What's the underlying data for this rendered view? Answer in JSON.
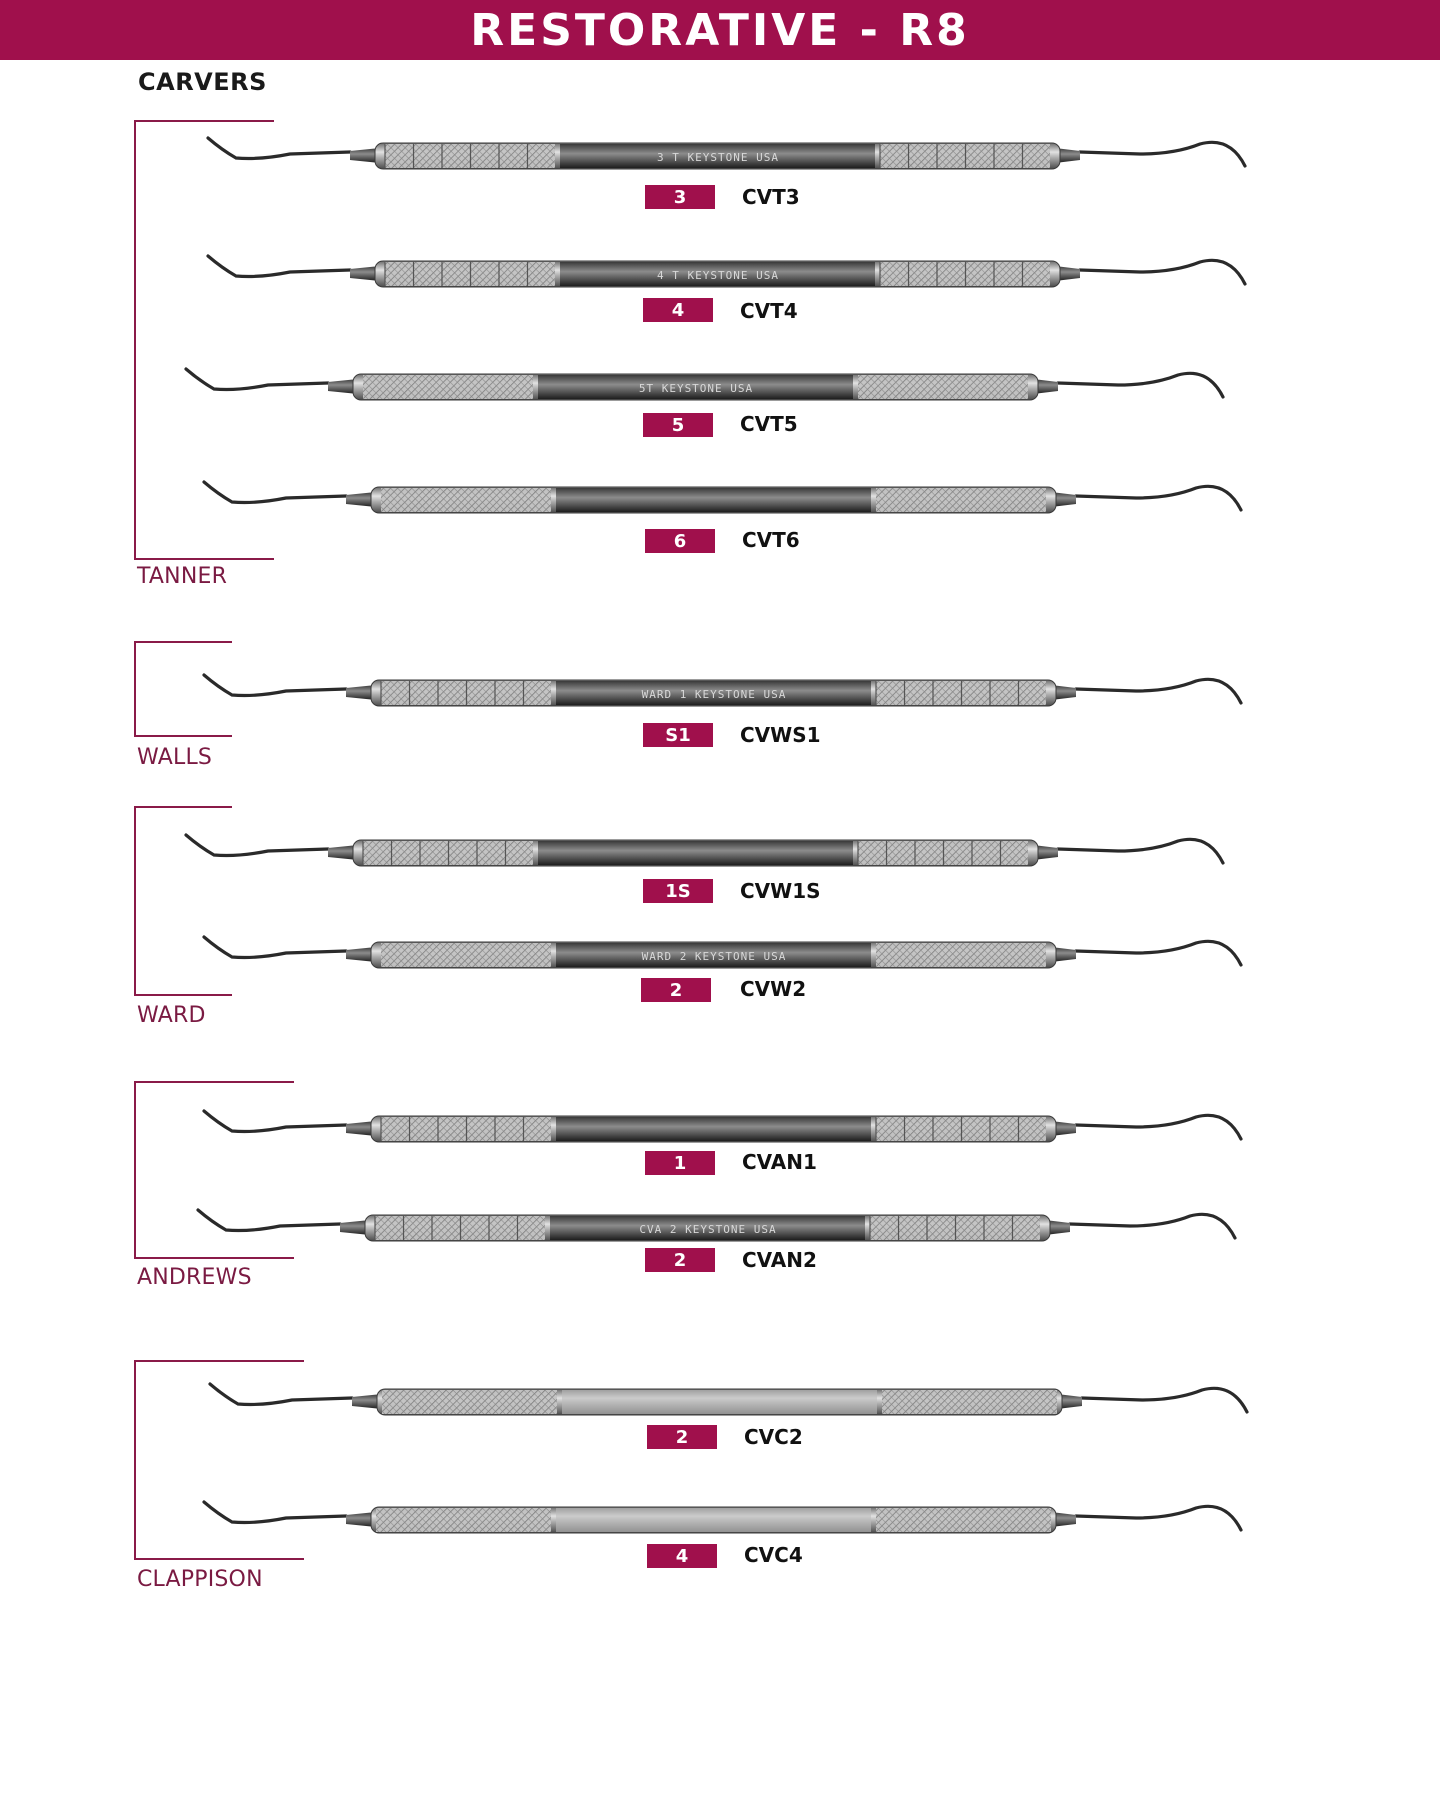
{
  "header": {
    "title": "RESTORATIVE - R8",
    "color": "#a0104c"
  },
  "section": {
    "title": "CARVERS"
  },
  "groups": [
    {
      "label": "TANNER",
      "items": [
        {
          "number": "3",
          "code": "CVT3",
          "handle_text": "3  T  KEYSTONE  USA",
          "grip": "segmented"
        },
        {
          "number": "4",
          "code": "CVT4",
          "handle_text": "4  T  KEYSTONE  USA",
          "grip": "segmented"
        },
        {
          "number": "5",
          "code": "CVT5",
          "handle_text": "5T  KEYSTONE  USA",
          "grip": "knurled"
        },
        {
          "number": "6",
          "code": "CVT6",
          "handle_text": "",
          "grip": "knurled"
        }
      ]
    },
    {
      "label": "WALLS",
      "items": [
        {
          "number": "S1",
          "code": "CVWS1",
          "handle_text": "WARD  1  KEYSTONE  USA",
          "grip": "segmented"
        }
      ]
    },
    {
      "label": "WARD",
      "items": [
        {
          "number": "1S",
          "code": "CVW1S",
          "handle_text": "",
          "grip": "segmented"
        },
        {
          "number": "2",
          "code": "CVW2",
          "handle_text": "WARD  2  KEYSTONE  USA",
          "grip": "knurled"
        }
      ]
    },
    {
      "label": "ANDREWS",
      "items": [
        {
          "number": "1",
          "code": "CVAN1",
          "handle_text": "",
          "grip": "segmented"
        },
        {
          "number": "2",
          "code": "CVAN2",
          "handle_text": "CVA  2  KEYSTONE  USA",
          "grip": "segmented"
        }
      ]
    },
    {
      "label": "CLAPPISON",
      "items": [
        {
          "number": "2",
          "code": "CVC2",
          "handle_text": "",
          "grip": "knurled-full"
        },
        {
          "number": "4",
          "code": "CVC4",
          "handle_text": "",
          "grip": "knurled-full"
        }
      ]
    }
  ]
}
